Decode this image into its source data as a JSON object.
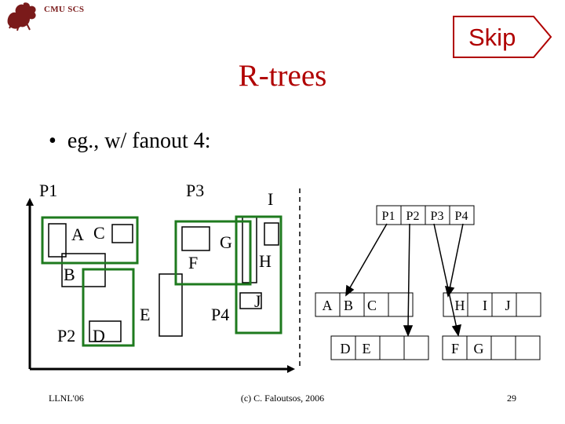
{
  "header": {
    "org": "CMU SCS",
    "skip_label": "Skip",
    "logo_icon": "griffin-icon"
  },
  "slide": {
    "title": "R-trees",
    "bullet": "eg., w/ fanout 4:"
  },
  "diagram": {
    "spatial_labels": {
      "P1": "P1",
      "P2": "P2",
      "P3": "P3",
      "P4": "P4",
      "A": "A",
      "B": "B",
      "C": "C",
      "D": "D",
      "E": "E",
      "F": "F",
      "G": "G",
      "H": "H",
      "I": "I",
      "J": "J"
    },
    "root_node": [
      "P1",
      "P2",
      "P3",
      "P4"
    ],
    "leaf_row_1": [
      {
        "entries": [
          "A",
          "B",
          "C",
          ""
        ]
      },
      {
        "entries": [
          "H",
          "I",
          "J",
          ""
        ]
      }
    ],
    "leaf_row_2": [
      {
        "entries": [
          "D",
          "E",
          "",
          ""
        ]
      },
      {
        "entries": [
          "F",
          "G",
          "",
          ""
        ]
      }
    ]
  },
  "footer": {
    "left": "LLNL'06",
    "center": "(c) C. Faloutsos, 2006",
    "page": "29"
  },
  "colors": {
    "accent_red": "#b00000",
    "mbr_green": "#1e7a1e"
  }
}
